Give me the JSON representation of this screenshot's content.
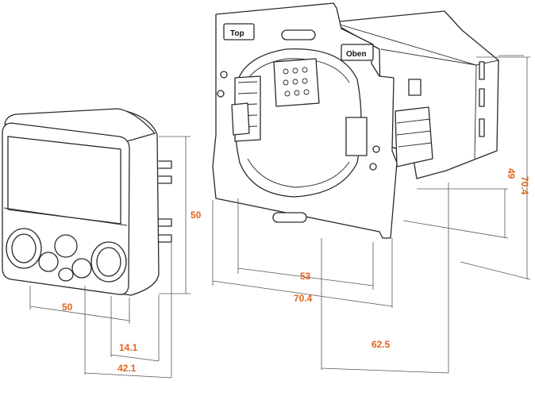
{
  "labels": {
    "top": "Top",
    "oben": "Oben"
  },
  "dimensions": {
    "front_height": "50",
    "front_width": "50",
    "depth_front": "14.1",
    "depth_total_front": "42.1",
    "insert_inner": "53",
    "insert_width": "70.4",
    "insert_depth": "62.5",
    "insert_height_inner": "49",
    "insert_height": "70.4"
  },
  "colors": {
    "dimension_text": "#e0641c",
    "line": "#2a2a2a"
  }
}
